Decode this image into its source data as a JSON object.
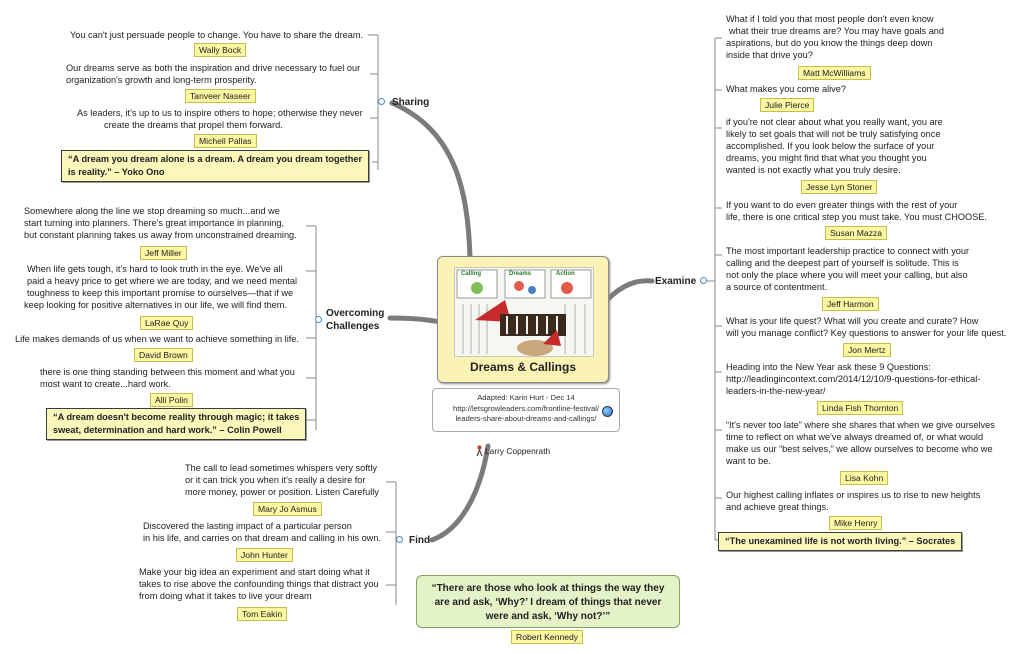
{
  "central": {
    "title": "Dreams & Callings",
    "picture_labels": [
      "Calling",
      "Dreams",
      "Action"
    ],
    "adapted_line1": "Adapted: Karin Hurt - Dec 14",
    "adapted_line2": "http://letsgrowleaders.com/frontline-festival/",
    "adapted_line3": "leaders-share-about-dreams-and-callings/",
    "author": "Larry Coppenrath"
  },
  "sharing": {
    "label": "Sharing",
    "t1": "You can't just persuade people to change. You have to share the dream.",
    "n1": "Wally Bock",
    "t2a": "Our dreams serve as both the inspiration and drive necessary to fuel our",
    "t2b": "organization's growth and long-term prosperity.",
    "n2": "Tanveer Naseer",
    "t3a": "As leaders, it's up to us to inspire others to hope; otherwise they never",
    "t3b": "create the dreams that propel them forward.",
    "n3": "Michell Pallas",
    "q1": "“A dream you dream alone is a dream. A dream you dream together",
    "q2": "is reality.”  – Yoko Ono"
  },
  "overcoming": {
    "label1": "Overcoming",
    "label2": "Challenges",
    "t1a": "Somewhere along the line we stop dreaming so much...and we",
    "t1b": "start turning into planners.   There's great importance in planning,",
    "t1c": "but constant planning takes us away from unconstrained dreaming.",
    "n1": "Jeff Miller",
    "t2a": "When life gets tough, it's hard to look truth in the eye. We've all",
    "t2b": "paid a heavy price to get where we are today, and we need mental",
    "t2c": "toughness to keep this important promise to ourselves—that if we",
    "t2d": "keep looking for positive alternatives in our life, we will find them.",
    "n2": "LaRae Quy",
    "t3": "Life makes demands of us when we want to achieve something in life.",
    "n3": "David Brown",
    "t4a": "there is one thing standing between this moment and what you",
    "t4b": "most want to create...hard work.",
    "n4": "Alli Polin",
    "q1": "“A dream doesn't become reality through magic; it takes",
    "q2": "sweat, determination and hard work.” – Colin Powell"
  },
  "find": {
    "label": "Find",
    "t1a": "The call to lead sometimes whispers very softly",
    "t1b": "or it can trick you when it's really a desire for",
    "t1c": "more money, power or position. Listen Carefully",
    "n1": "Mary Jo Asmus",
    "t2a": "Discovered the lasting impact of a particular person",
    "t2b": "in his life, and carries on that dream and calling in his own.",
    "n2": "John Hunter",
    "t3a": "Make your big idea an experiment and start doing what it",
    "t3b": "takes to rise above the confounding things that distract you",
    "t3c": "from doing what it takes to live your dream",
    "n3": "Tom Eakin"
  },
  "kennedy": {
    "q1": "“There are those who look at things the way they",
    "q2": "are and ask, ‘Why?’ I dream of things that never",
    "q3": "were and ask, ‘Why not?’”",
    "name": "Robert Kennedy"
  },
  "examine": {
    "label": "Examine",
    "t1a": "What if I told you that most people don't even know",
    "t1b": "what their true dreams are? You may have goals and",
    "t1c": "aspirations, but do you know the things deep down",
    "t1d": "inside that drive you?",
    "n1": "Matt McWilliams",
    "t2": "What makes you come alive?",
    "n2": "Julie Pierce",
    "t3a": "if you're not clear about what you really want, you are",
    "t3b": "likely to set goals that will not be truly satisfying once",
    "t3c": "accomplished. If you look below the surface of your",
    "t3d": "dreams, you might find that what you thought you",
    "t3e": "wanted is not exactly what you truly desire.",
    "n3": "Jesse Lyn Stoner",
    "t4a": "If you want to do even greater things with the rest of your",
    "t4b": "life, there is one critical step you must take. You must CHOOSE.",
    "n4": "Susan Mazza",
    "t5a": "The most important leadership practice to connect with your",
    "t5b": "calling and the deepest part of yourself is solitude.  This is",
    "t5c": "not only the place where you will meet your calling, but also",
    "t5d": "a source of contentment.",
    "n5": "Jeff Harmon",
    "t6a": "What is your life quest? What will you create and curate? How",
    "t6b": "will you manage conflict? Key questions to answer for your life quest.",
    "n6": "Jon Mertz",
    "t7a": "Heading into the New Year ask these 9 Questions:",
    "t7b": "http://leadingincontext.com/2014/12/10/9-questions-for-ethical-",
    "t7c": "leaders-in-the-new-year/",
    "n7": "Linda Fish Thornton",
    "t8a": "“It's never too late” where she shares that when we give ourselves",
    "t8b": "time to reflect on what we've always dreamed of, or what would",
    "t8c": "make us our “best selves,” we allow ourselves to become who we",
    "t8d": "want to be.",
    "n8": "Lisa Kohn",
    "t9a": "Our highest calling inflates or inspires us to rise to new heights",
    "t9b": "and achieve great things.",
    "n9": "Mike Henry",
    "q1": "“The unexamined life is not worth living.” – Socrates"
  },
  "colors": {
    "branch_line": "#7a7a7a",
    "name_fill": "#fbf7a2",
    "quote_fill": "#fbf7bb",
    "central_fill": "#fbf3b6",
    "kennedy_fill": "#e4f2c8",
    "collapse_ring": "#4f86c6"
  }
}
